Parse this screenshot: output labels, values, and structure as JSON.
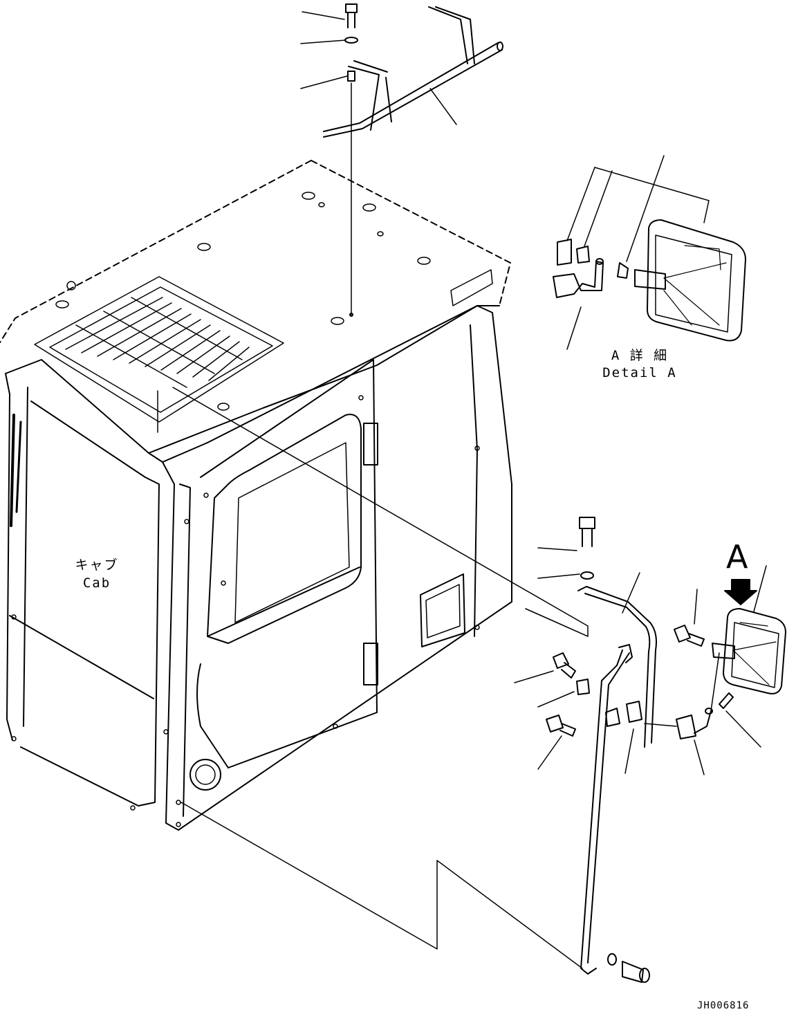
{
  "labels": {
    "cab_jp": "キャブ",
    "cab_en": "Cab",
    "detail_jp": "A 詳 細",
    "detail_en": "Detail A",
    "view_marker": "A",
    "drawing_number": "JH006816"
  },
  "colors": {
    "line": "#000000",
    "background": "#ffffff"
  }
}
